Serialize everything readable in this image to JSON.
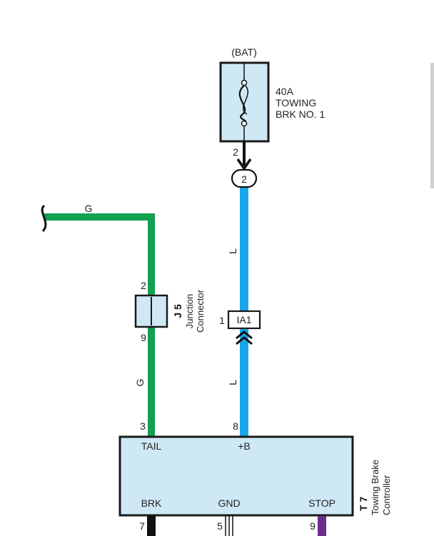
{
  "battery": {
    "label": "(BAT)"
  },
  "fuse": {
    "lines": [
      "40A",
      "TOWING",
      "BRK NO. 1"
    ],
    "pin": "2"
  },
  "fuse_connector": {
    "pin": "2"
  },
  "wire_colors": {
    "g_left": "G",
    "g_lower": "G",
    "l_upper": "L",
    "l_lower": "L"
  },
  "junction_connector": {
    "code": "J 5",
    "name_lines": [
      "Junction",
      "Connector"
    ],
    "pin_in": "2",
    "pin_out": "9"
  },
  "inline_connector": {
    "code": "IA1",
    "pin": "1"
  },
  "controller": {
    "code": "T 7",
    "name_lines": [
      "Towing Brake",
      "Controller"
    ],
    "pins": {
      "tail": {
        "label": "TAIL",
        "number": "3"
      },
      "plus_b": {
        "label": "+B",
        "number": "8"
      },
      "brk": {
        "label": "BRK",
        "number": "7"
      },
      "gnd": {
        "label": "GND",
        "number": "5"
      },
      "stop": {
        "label": "STOP",
        "number": "9"
      }
    }
  },
  "colors": {
    "green_wire": "#12a150",
    "blue_wire": "#1aa7ea",
    "purple_wire": "#6b2c91",
    "box_fill": "#cfe8f6",
    "outline": "#1a1a1a"
  }
}
